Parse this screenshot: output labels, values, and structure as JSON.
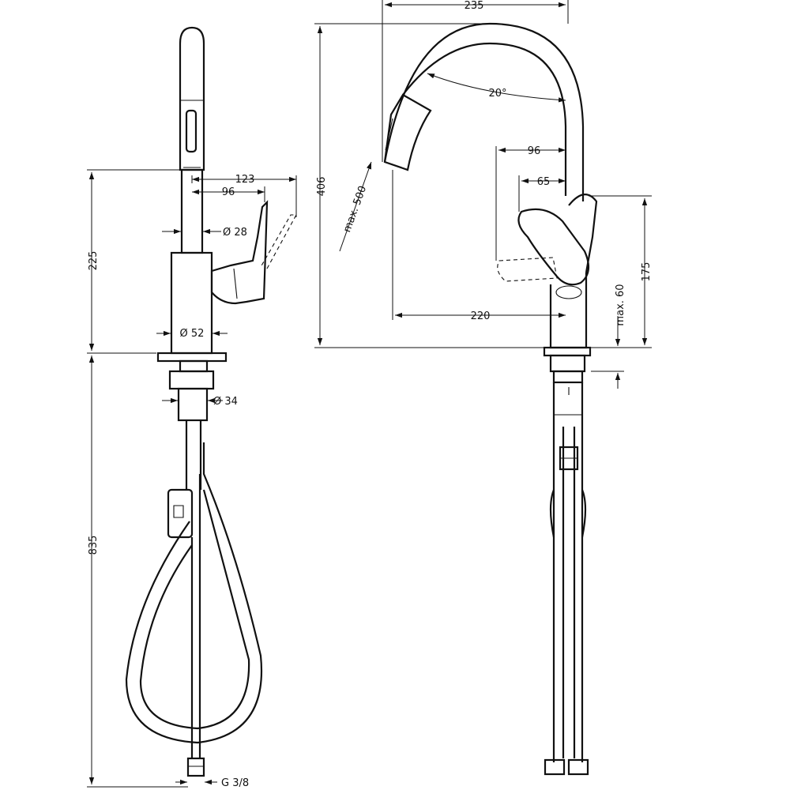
{
  "side_view": {
    "dim_spray_reach": "123",
    "dim_handle_reach": "96",
    "dim_body_dia": "Ø 28",
    "dim_base_dia": "Ø 52",
    "dim_shank_dia": "Ø 34",
    "dim_height_to_base": "225",
    "dim_hose_length": "835",
    "dim_connection": "G 3/8"
  },
  "front_view": {
    "dim_spout_width": "235",
    "dim_swivel_angle": "20°",
    "dim_lever_96": "96",
    "dim_lever_65": "65",
    "dim_total_height": "406",
    "dim_pullout": "max. 500",
    "dim_reach": "220",
    "dim_spout_height": "175",
    "dim_deck": "max. 60"
  }
}
